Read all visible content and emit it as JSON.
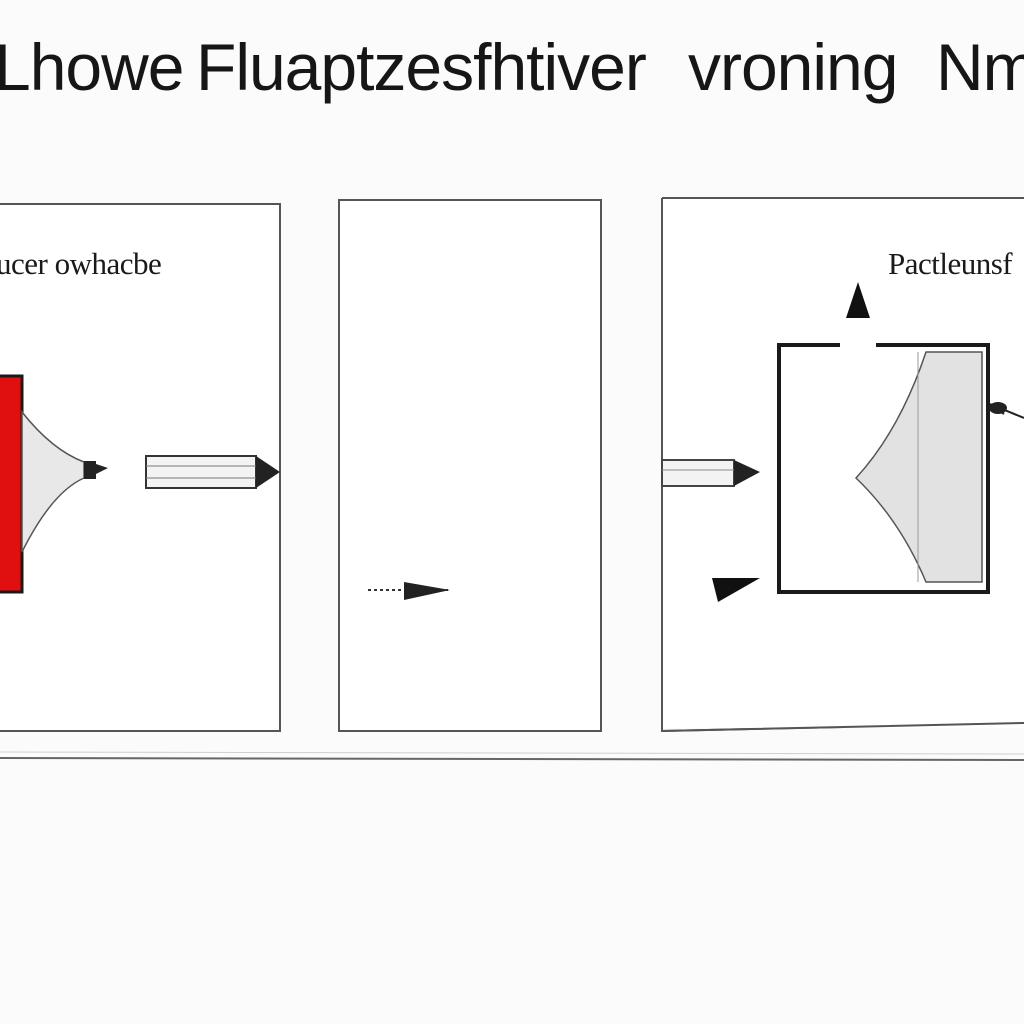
{
  "title": {
    "words": [
      "Lhowe",
      "Fluaptzesfhtiver",
      "vroning",
      "Nm"
    ]
  },
  "panels": {
    "left": {
      "label": "ucer owhacbe"
    },
    "middle": {},
    "right": {
      "label": "Pactleunsf"
    }
  },
  "colors": {
    "accent_red": "#e01010",
    "line": "#1a1a1a",
    "fill_gray": "#e4e4e4"
  },
  "icons": [
    "funnel-icon",
    "pencil-icon",
    "arrow-icon",
    "triangle-icon",
    "curved-shape-icon"
  ]
}
